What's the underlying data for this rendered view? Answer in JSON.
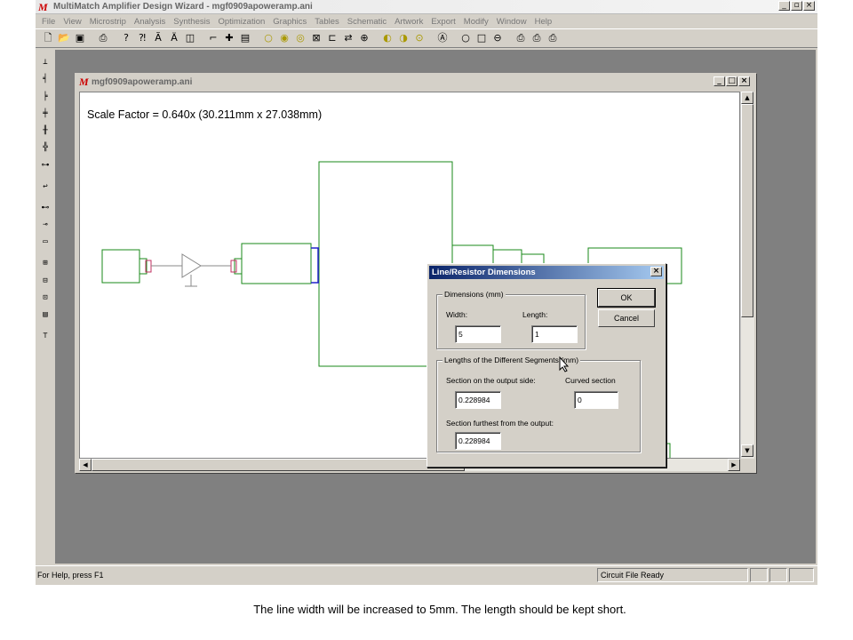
{
  "app": {
    "title": "MultiMatch Amplifier Design Wizard - mgf0909apoweramp.ani",
    "logo": "M"
  },
  "menu": [
    "File",
    "View",
    "Microstrip",
    "Analysis",
    "Synthesis",
    "Optimization",
    "Graphics",
    "Tables",
    "Schematic",
    "Artwork",
    "Export",
    "Modify",
    "Window",
    "Help"
  ],
  "child": {
    "title": "mgf0909apoweramp.ani",
    "scale_factor": "Scale Factor =  0.640x (30.211mm x 27.038mm)"
  },
  "dialog": {
    "title": "Line/Resistor Dimensions",
    "dims_group": "Dimensions (mm)",
    "width_label": "Width:",
    "width_value": "5",
    "length_label": "Length:",
    "length_value": "1",
    "segments_group": "Lengths of the Different Segments (mm)",
    "output_side_label": "Section on the output side:",
    "output_side_value": "0.228984",
    "curved_label": "Curved section",
    "curved_value": "0",
    "furthest_label": "Section furthest from the output:",
    "furthest_value": "0.228984",
    "ok_label": "OK",
    "cancel_label": "Cancel"
  },
  "status": {
    "help": "For Help, press F1",
    "state": "Circuit File Ready"
  },
  "caption": "The line width will be increased to 5mm. The length should be kept short.",
  "colors": {
    "layout_green": "#1a8a1a",
    "layout_blue": "#2222cc",
    "title_active": "#0a246a"
  }
}
